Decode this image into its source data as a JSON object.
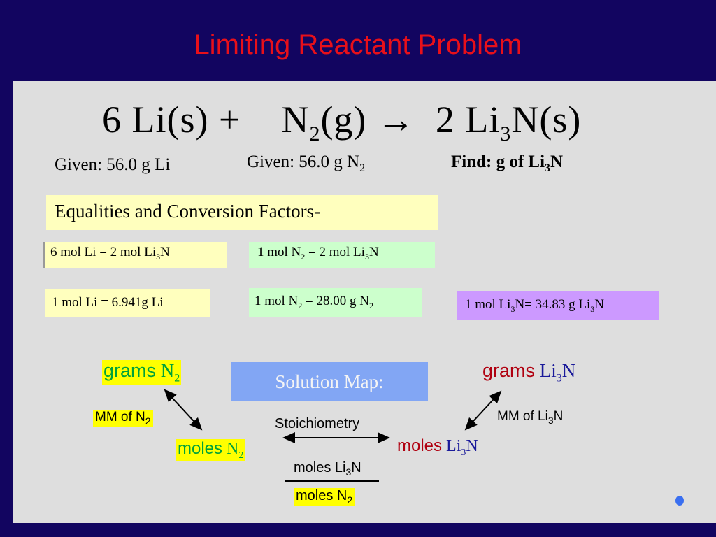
{
  "title": "Limiting Reactant Problem",
  "equation": {
    "coef1": "6",
    "reactant1": "Li(s)",
    "plus": "+",
    "reactant2": "N",
    "reactant2_sub": "2",
    "reactant2_state": "(g)",
    "arrow": "→",
    "coef2": "2",
    "product": "Li",
    "product_sub": "3",
    "product_rest": "N(s)"
  },
  "given_li": "Given: 56.0 g Li",
  "given_n2": {
    "text": "Given: 56.0 g N",
    "sub": "2"
  },
  "find": {
    "text": "Find: g of Li",
    "sub": "3",
    "tail": "N"
  },
  "equalities_heading": "Equalities and Conversion Factors-",
  "conversions": {
    "li_to_li3n": {
      "a": "6 mol Li = 2 mol Li",
      "sub": "3",
      "b": "N"
    },
    "n2_to_li3n": {
      "a": "1 mol N",
      "sub1": "2",
      "b": " = 2 mol Li",
      "sub2": "3",
      "c": "N"
    },
    "li_mass": "1 mol Li = 6.941g Li",
    "n2_mass": {
      "a": "1 mol N",
      "sub1": "2",
      "b": " = 28.00 g N",
      "sub2": "2"
    },
    "li3n_mass": {
      "a": "1 mol Li",
      "sub1": "3",
      "b": "N= 34.83 g Li",
      "sub2": "3",
      "c": "N"
    }
  },
  "solution_map": "Solution Map:",
  "map": {
    "grams_n2": {
      "word": "grams",
      "formula": "N",
      "sub": "2"
    },
    "mm_n2": {
      "text": "MM of N",
      "sub": "2"
    },
    "moles_n2": {
      "word": "moles",
      "formula": "N",
      "sub": "2"
    },
    "stoichiometry": "Stoichiometry",
    "fraction_top": {
      "text": "moles Li",
      "sub": "3",
      "tail": "N"
    },
    "fraction_bottom": {
      "text": "moles N",
      "sub": "2"
    },
    "grams_li3n": {
      "word": "grams",
      "formula": "Li",
      "sub": "3",
      "tail": "N"
    },
    "mm_li3n": {
      "text": "MM of Li",
      "sub": "3",
      "tail": "N"
    },
    "moles_li3n": {
      "word": "moles",
      "formula": "Li",
      "sub": "3",
      "tail": "N"
    }
  },
  "colors": {
    "background": "#120560",
    "panel": "#dedede",
    "title": "#e8101a",
    "highlight": "#ffff00",
    "solution_map": "#82a6f4"
  }
}
